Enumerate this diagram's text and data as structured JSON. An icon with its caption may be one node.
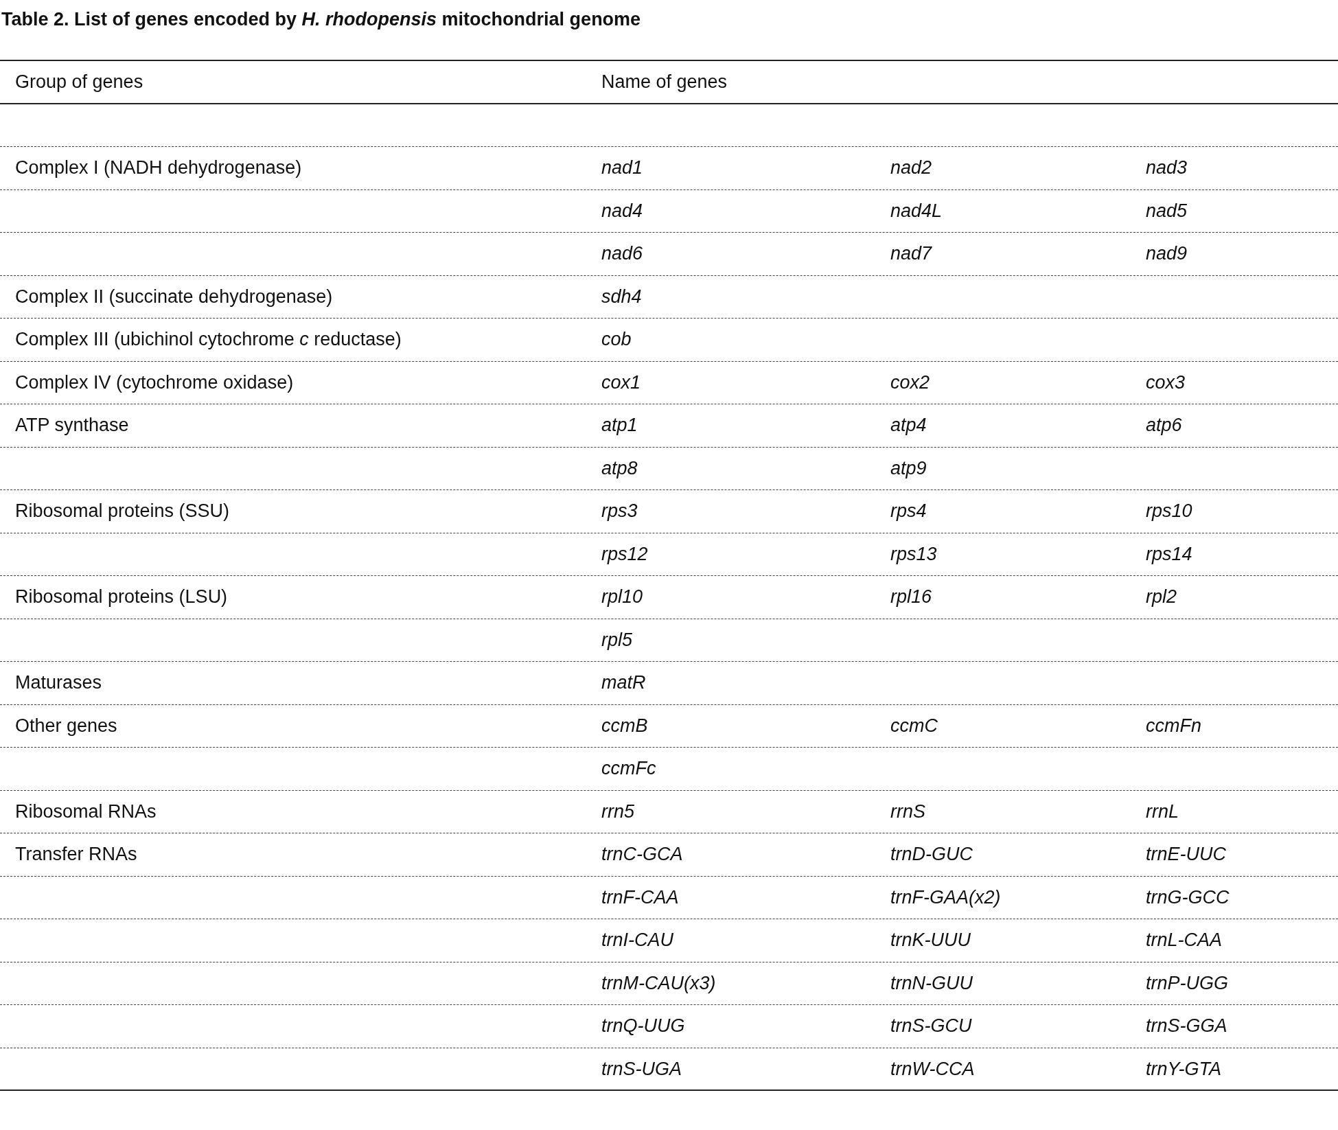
{
  "diagram": {
    "title": "Table 2. List of genes encoded by *H. rhodopensis* mitochondrial genome",
    "labels": [
      "Group of genes",
      "Name of genes",
      "Complex I (NADH dehydrogenase)",
      "nad1",
      "nad2",
      "nad3",
      "nad4",
      "nad4L",
      "nad5",
      "nad6",
      "nad7",
      "nad9",
      "Complex II (succinate dehydrogenase)",
      "sdh4",
      "Complex III (ubichinol cytochrome *c* reductase)",
      "cob",
      "Complex IV (cytochrome oxidase)",
      "cox1",
      "cox2",
      "cox3",
      "ATP synthase",
      "atp1",
      "atp4",
      "atp6",
      "atp8",
      "atp9",
      "Ribosomal proteins (SSU)",
      "rps3",
      "rps4",
      "rps10",
      "rps12",
      "rps13",
      "rps14",
      "Ribosomal proteins (LSU)",
      "rpl10",
      "rpl16",
      "rpl2",
      "rpl5",
      "Maturases",
      "matR",
      "Other genes",
      "ccmB",
      "ccmC",
      "ccmFn",
      "ccmFc",
      "Ribosomal RNAs",
      "rrn5",
      "rrnS",
      "rrnL",
      "Transfer RNAs",
      "trnC-GCA",
      "trnD-GUC",
      "trnE-UUC",
      "trnF-CAA",
      "trnF-GAA(x2)",
      "trnG-GCC",
      "trnI-CAU",
      "trnK-UUU",
      "trnL-CAA",
      "trnM-CAU(x3)",
      "trnN-GUU",
      "trnP-UGG",
      "trnQ-UUG",
      "trnS-GCU",
      "trnS-GGA",
      "trnS-UGA",
      "trnW-CCA",
      "trnY-GTA"
    ]
  }
}
